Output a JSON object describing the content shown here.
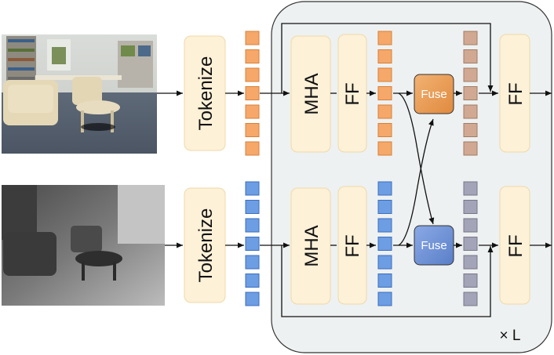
{
  "labels": {
    "tokenize_rgb": "Tokenize",
    "tokenize_depth": "Tokenize",
    "mha_top": "MHA",
    "ff_top": "FF",
    "mha_bottom": "MHA",
    "ff_bottom": "FF",
    "fuse_top": "Fuse",
    "fuse_bottom": "Fuse",
    "ff_out_top": "FF",
    "ff_out_bottom": "FF",
    "repeat": "× L"
  },
  "tokens_per_stack": 7,
  "colors": {
    "block_fill": "#fdf1d8",
    "block_stroke": "#efd9a8",
    "panel_fill": "#eef1f1",
    "panel_stroke": "#333333",
    "token_orange": "#f5a86a",
    "token_orange_stroke": "#d97f35",
    "token_blue": "#6d9de3",
    "token_blue_stroke": "#3a6fbf",
    "token_tan": "#d1a992",
    "token_tan_stroke": "#a07b65",
    "token_gray": "#a4a4b8",
    "token_gray_stroke": "#767689",
    "fuse_orange": "#e8954f",
    "fuse_blue": "#6b8fd6",
    "line": "#111111"
  }
}
